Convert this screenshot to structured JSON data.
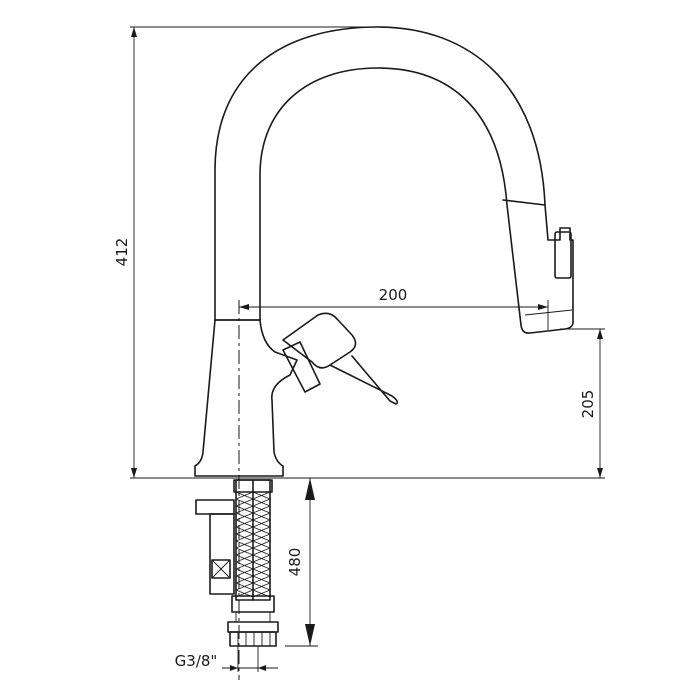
{
  "dimensions": {
    "total_height": "412",
    "reach": "200",
    "spout_height": "205",
    "hose_length": "480",
    "thread": "G3/8\""
  },
  "colors": {
    "line": "#1a1a1a",
    "background": "#ffffff"
  }
}
